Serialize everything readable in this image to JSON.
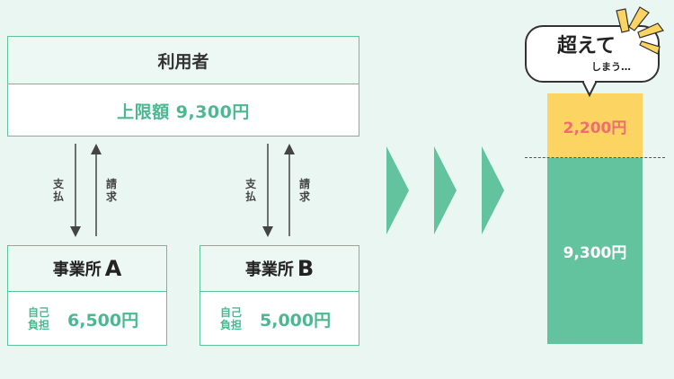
{
  "user": {
    "title": "利用者",
    "limit": "上限額 9,300円"
  },
  "flows": {
    "pay_label": "支払",
    "claim_label": "請求"
  },
  "offices": [
    {
      "name": "事業所",
      "letter": "A",
      "burden_label": "自己負担",
      "amount": "6,500円"
    },
    {
      "name": "事業所",
      "letter": "B",
      "burden_label": "自己負担",
      "amount": "5,000円"
    }
  ],
  "bar": {
    "over_value": "2,200円",
    "main_value": "9,300円"
  },
  "bubble": {
    "main": "超えて",
    "sub": "しまう…"
  },
  "colors": {
    "green": "#63c39e",
    "yellow": "#fcd462",
    "red": "#ef6d6d",
    "background": "#eaf6f1"
  }
}
